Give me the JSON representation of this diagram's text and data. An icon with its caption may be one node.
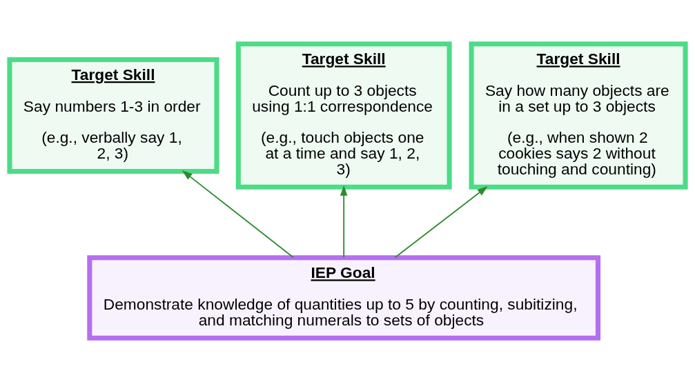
{
  "diagram": {
    "nodes": [
      {
        "text": [
          "Target Skill",
          "Say numbers 1-3 in order",
          "(e.g., verbally say 1, 2, 3)"
        ]
      },
      {
        "text": [
          "Target Skill",
          "Count up to 3 objects using 1:1 correspondence",
          "(e.g., touch objects one at a time and say 1, 2, 3)"
        ]
      },
      {
        "text": [
          "Target Skill",
          "Say how many objects are in a set up to 3 objects",
          "(e.g., when shown 2 cookies says 2 without touching and counting)"
        ]
      },
      {
        "text": [
          "IEP Goal",
          "Demonstrate knowledge of quantities up to 5 by counting, subitizing, and matching numerals to sets of objects"
        ]
      }
    ],
    "edges": [
      {
        "from": 3,
        "to": 0,
        "arrow": "to"
      },
      {
        "from": 3,
        "to": 1,
        "arrow": "to"
      },
      {
        "from": 3,
        "to": 2,
        "arrow": "to"
      }
    ]
  }
}
